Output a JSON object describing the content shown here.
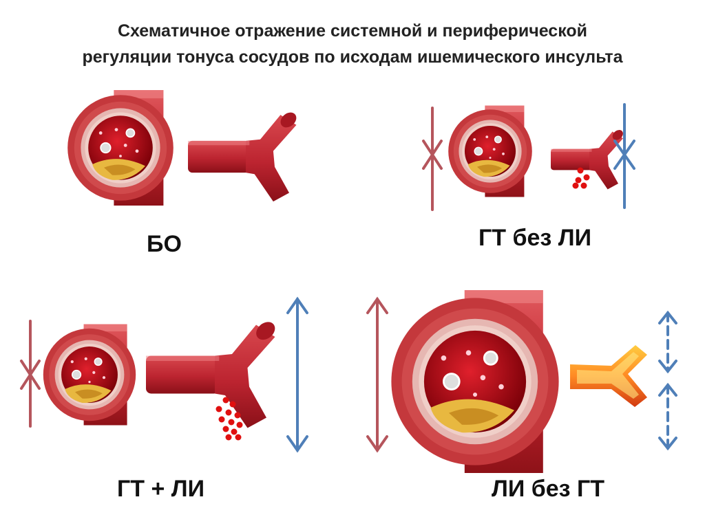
{
  "title": {
    "line1": "Схематичное отражение системной и периферической",
    "line2": "регуляции тонуса  сосудов по исходам ишемического инсульта"
  },
  "panels": {
    "bo": {
      "label": "БО"
    },
    "gt_no_li": {
      "label": "ГТ без ЛИ"
    },
    "gt_li": {
      "label": "ГТ + ЛИ"
    },
    "li_no_gt": {
      "label": "ЛИ без ГТ"
    }
  },
  "colors": {
    "systemic_arrow": "#b5555c",
    "peripheral_arrow": "#4f7fb8",
    "vessel": "#c42530",
    "blood_cells": "#e01010"
  }
}
